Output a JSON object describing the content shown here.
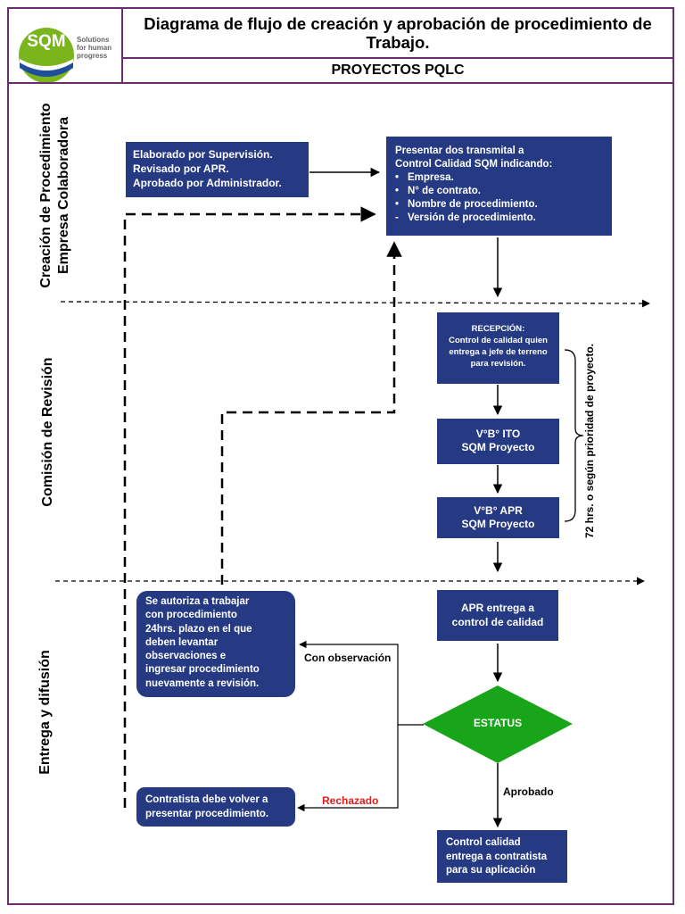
{
  "header": {
    "logo_text": "SQM",
    "logo_tagline": "Solutions\nfor human\nprogress",
    "title": "Diagrama de flujo de creación y aprobación de procedimiento de Trabajo.",
    "subtitle": "PROYECTOS PQLC"
  },
  "lanes": {
    "lane1": "Creación de Procedimiento\nEmpresa Colaboradora",
    "lane2": "Comisión de Revisión",
    "lane3": "Entrega y difusión"
  },
  "boxes": {
    "elaborado": "Elaborado por Supervisión.\nRevisado por  APR.\nAprobado por Administrador.",
    "presentar_title": "Presentar dos transmital a\nControl Calidad SQM  indicando:",
    "presentar_items": [
      {
        "marker": "•",
        "text": "Empresa."
      },
      {
        "marker": "•",
        "text": "N° de contrato."
      },
      {
        "marker": "•",
        "text": "Nombre de procedimiento."
      },
      {
        "marker": "-",
        "text": "Versión de procedimiento."
      }
    ],
    "recepcion": "RECEPCIÓN:\nControl de calidad quien\nentrega a jefe de terreno\npara revisión.",
    "vb_ito": "V°B° ITO\nSQM Proyecto",
    "vb_apr": "V°B° APR\nSQM Proyecto",
    "apr_entrega": "APR entrega a\ncontrol de calidad",
    "autoriza": "Se autoriza a trabajar\ncon procedimiento\n24hrs. plazo en el que\ndeben levantar\nobservaciones e\ningresar procedimiento\nnuevamente a revisión.",
    "contratista": "Contratista debe volver a\npresentar procedimiento.",
    "control_calidad": "Control calidad\nentrega a contratista\npara su aplicación"
  },
  "decision": {
    "label": "ESTATUS"
  },
  "labels": {
    "con_observacion": "Con observación",
    "rechazado": "Rechazado",
    "aprobado": "Aprobado",
    "plazo": "72 hrs. o según prioridad de proyecto."
  },
  "colors": {
    "box": "#253a82",
    "decision": "#19a519",
    "frame": "#6b2c70",
    "rechazado": "#e31b1b",
    "logo_green": "#7ab51d",
    "logo_blue": "#1f4e9c"
  }
}
